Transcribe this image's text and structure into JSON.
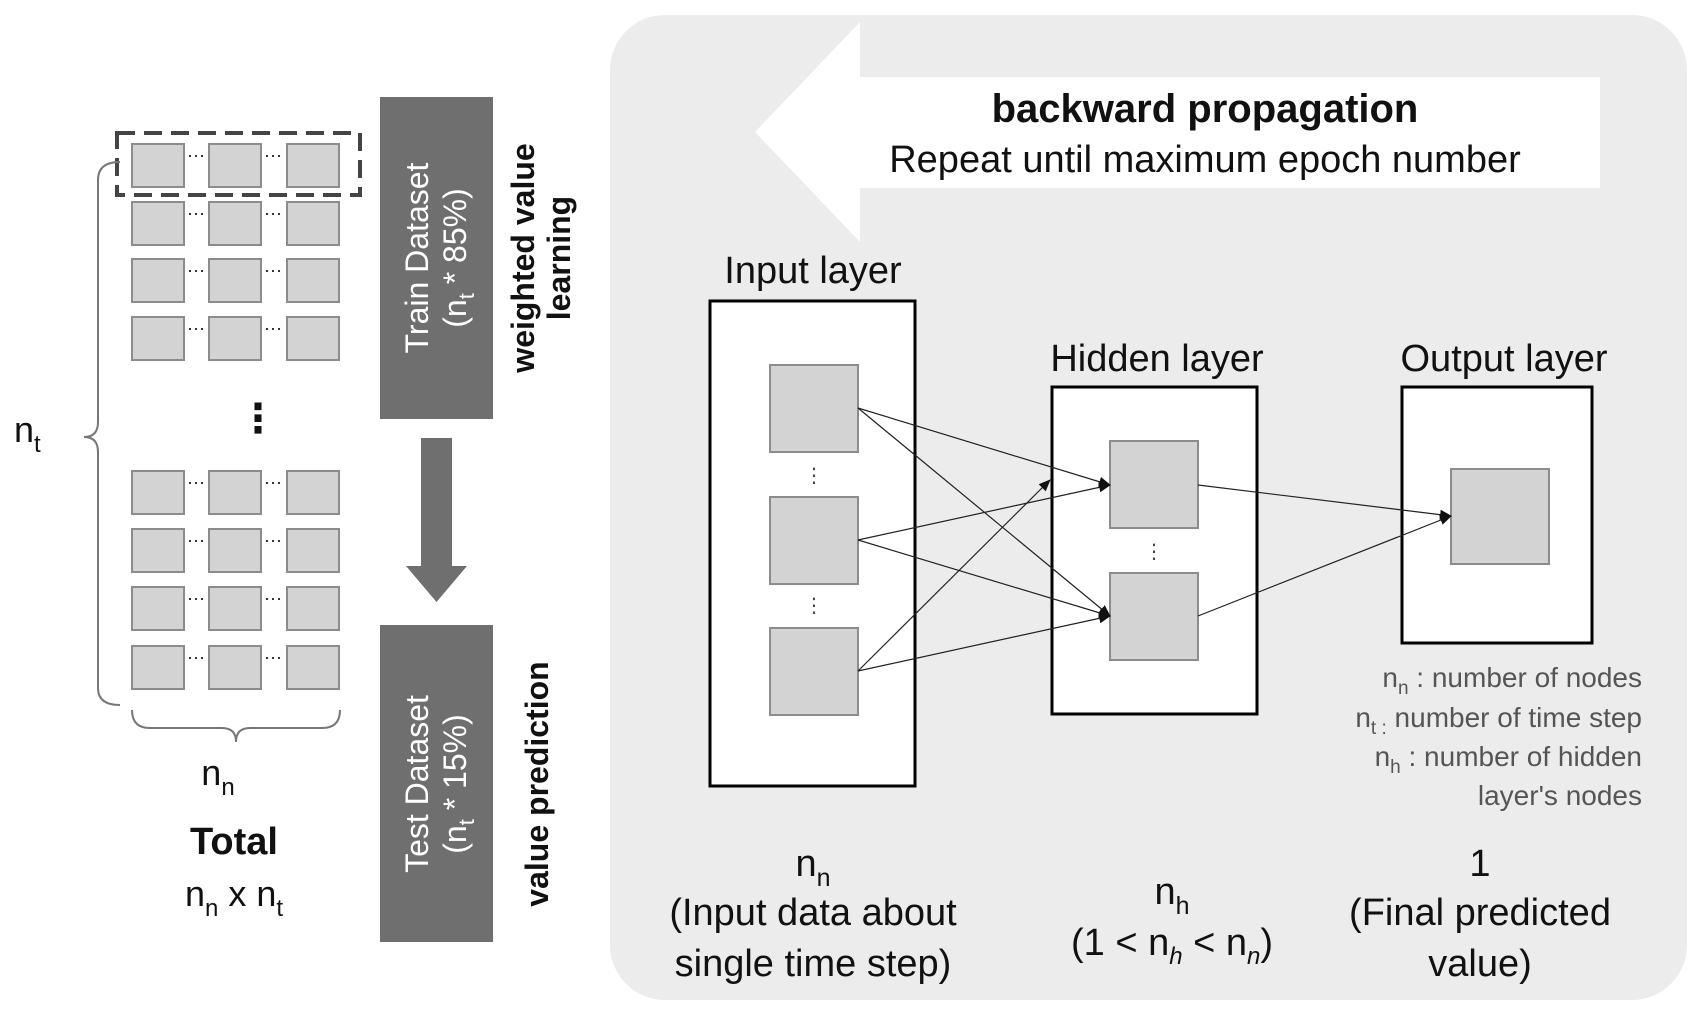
{
  "left": {
    "nt_label": "n",
    "nt_sub": "t",
    "nn_label": "n",
    "nn_sub": "n",
    "total_title": "Total",
    "total_formula": [
      "n",
      "n",
      " x n",
      "t"
    ],
    "ellipsis": "⋮",
    "grid_dots": "···"
  },
  "train": {
    "line1": "Train Dataset",
    "line2_a": "(n",
    "line2_sub": "t",
    "line2_b": " * 85%)",
    "side": [
      "weighted value",
      "learning"
    ]
  },
  "test": {
    "line1": "Test Dataset",
    "line2_a": "(n",
    "line2_sub": "t",
    "line2_b": " * 15%)",
    "side": "value prediction"
  },
  "backprop": {
    "title": "backward propagation",
    "subtitle": "Repeat until maximum epoch number"
  },
  "layers": {
    "input": {
      "title": "Input layer",
      "count_main": "n",
      "count_sub": "n",
      "desc": [
        "(Input data about",
        "single time step)"
      ]
    },
    "hidden": {
      "title": "Hidden layer",
      "count_main": "n",
      "count_sub": "h",
      "desc_open": "(1 < n",
      "desc_sub1": "h",
      "desc_mid": " < n",
      "desc_sub2": "n",
      "desc_close": ")"
    },
    "output": {
      "title": "Output layer",
      "count_main": "1",
      "desc": [
        "(Final predicted",
        "value)"
      ]
    }
  },
  "legend": [
    {
      "sym": "n",
      "sub": "n",
      "text": " : number of nodes"
    },
    {
      "sym": "n",
      "sub": "t :",
      "text": " number of time step"
    },
    {
      "sym": "n",
      "sub": "h",
      "text": " : number of hidden"
    },
    {
      "sym": "",
      "sub": "",
      "text": "layer's nodes"
    }
  ],
  "colors": {
    "panel": "#ececec",
    "dataset_box": "#6f6f6f",
    "cell_fill": "#d3d3d3",
    "arrow": "#6f6f6f"
  }
}
